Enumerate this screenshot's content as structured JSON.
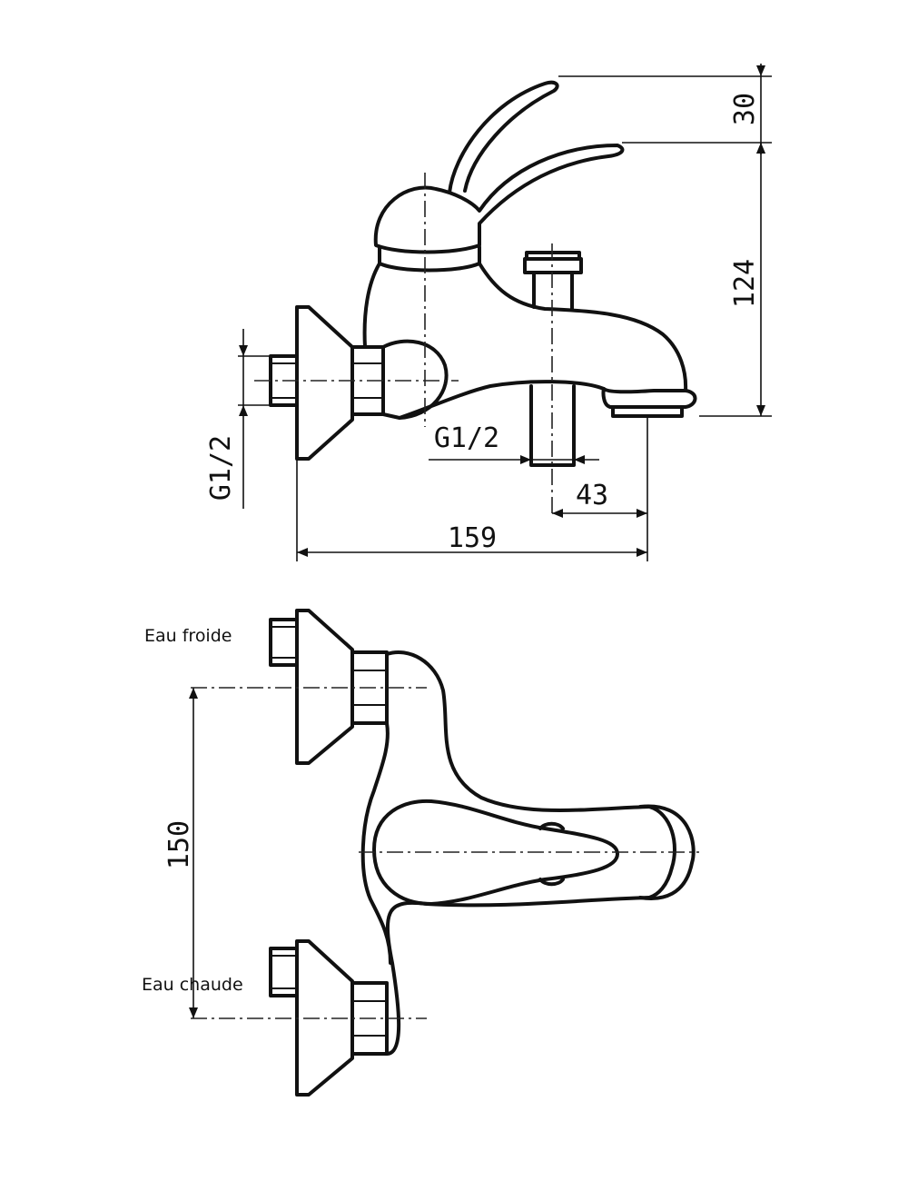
{
  "side_view": {
    "dim_lever": "30",
    "dim_height": "124",
    "dim_thread_inlet": "G1/2",
    "dim_thread_outlet": "G1/2",
    "dim_spout_offset": "43",
    "dim_depth": "159"
  },
  "top_view": {
    "label_cold": "Eau froide",
    "label_hot": "Eau chaude",
    "dim_spacing": "150"
  }
}
